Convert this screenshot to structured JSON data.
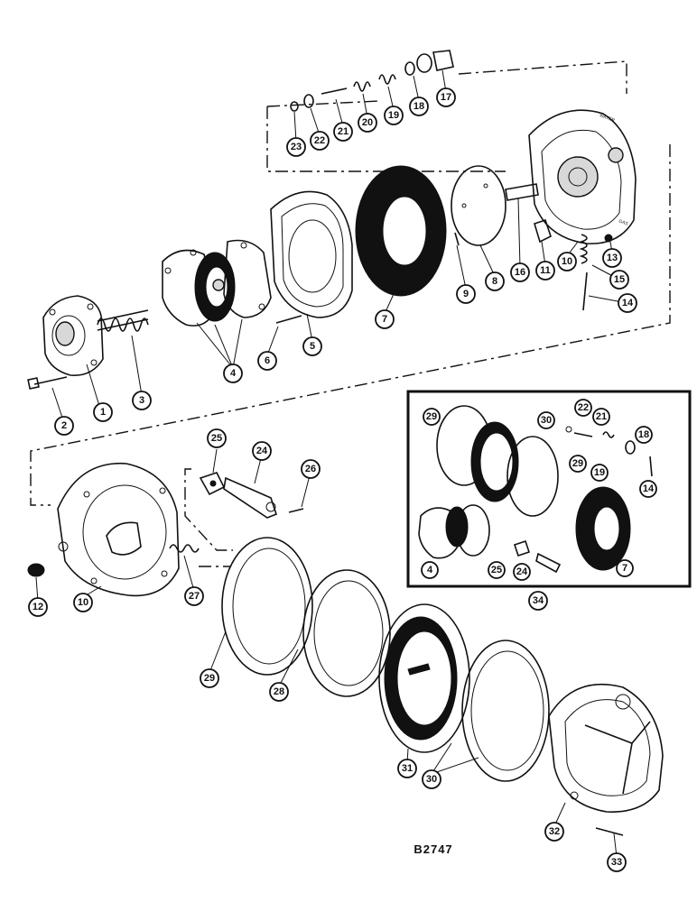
{
  "drawing_code": "B2747",
  "inset_labels": [
    "WATER",
    "GAS"
  ],
  "callouts": [
    "1",
    "2",
    "3",
    "4",
    "5",
    "6",
    "7",
    "8",
    "9",
    "10",
    "11",
    "12",
    "13",
    "14",
    "15",
    "16",
    "17",
    "18",
    "19",
    "20",
    "21",
    "22",
    "23",
    "24",
    "25",
    "26",
    "27",
    "28",
    "29",
    "30",
    "31",
    "32",
    "33",
    "34"
  ]
}
